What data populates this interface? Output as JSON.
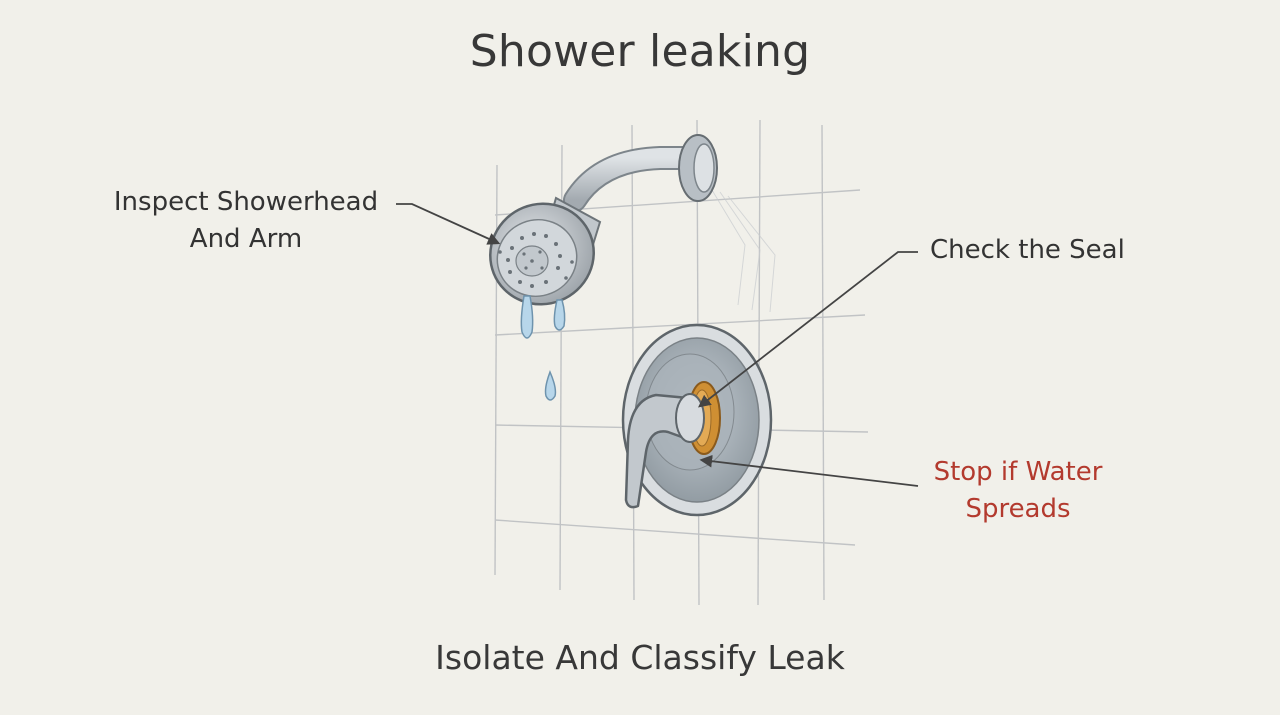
{
  "title": "Shower leaking",
  "footer": "Isolate And Classify Leak",
  "callouts": {
    "showerhead": {
      "line1": "Inspect Showerhead",
      "line2": "And Arm"
    },
    "seal": {
      "line1": "Check the Seal"
    },
    "stop": {
      "line1": "Stop if Water",
      "line2": "Spreads"
    }
  },
  "colors": {
    "background": "#f1f0ea",
    "text": "#333333",
    "warning": "#b33a2e",
    "chrome": "#a7adb2",
    "seal": "#c98a2e",
    "water": "#9fc7e0"
  },
  "icons": [
    "showerhead-icon",
    "shower-arm-icon",
    "wall-flange-icon",
    "valve-trim-plate-icon",
    "valve-handle-icon",
    "seal-ring-icon",
    "water-drop-icon"
  ]
}
